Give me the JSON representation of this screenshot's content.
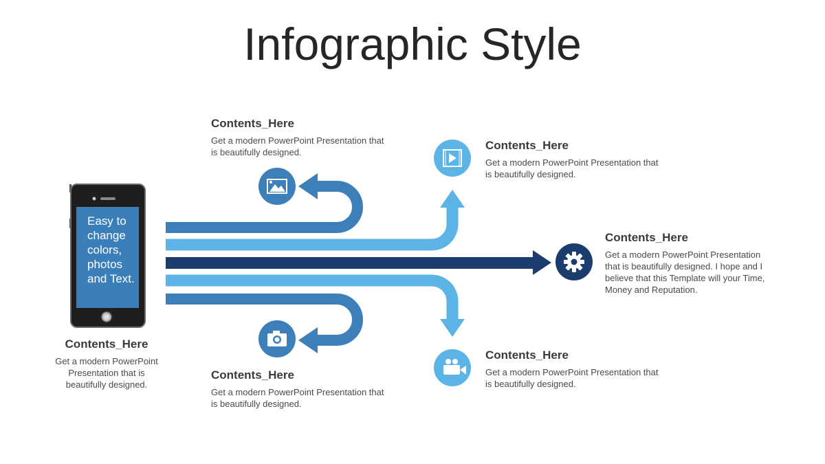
{
  "title": "Infographic Style",
  "phone": {
    "screen_text": "Easy to change colors, photos and Text."
  },
  "colors": {
    "dark": "#1a3d6e",
    "mid": "#3d7fb8",
    "light": "#5cb3e6"
  },
  "items": [
    {
      "heading": "Contents_Here",
      "text": "Get a modern PowerPoint  Presentation that is beautifully  designed.",
      "icon": "image-icon"
    },
    {
      "heading": "Contents_Here",
      "text": "Get a modern PowerPoint  Presentation that is beautifully  designed.",
      "icon": "video-play-icon"
    },
    {
      "heading": "Contents_Here",
      "text": "Get a modern PowerPoint  Presentation that is beautifully designed. I hope and I believe that this Template will your Time, Money and Reputation.",
      "icon": "gear-icon"
    },
    {
      "heading": "Contents_Here",
      "text": "Get a modern PowerPoint  Presentation that is beautifully  designed.",
      "icon": "video-camera-icon"
    },
    {
      "heading": "Contents_Here",
      "text": "Get a modern PowerPoint  Presentation that is beautifully  designed.",
      "icon": "camera-icon"
    },
    {
      "heading": "Contents_Here",
      "text": "Get a modern PowerPoint  Presentation that is beautifully designed.",
      "icon": "smartphone-icon"
    }
  ]
}
